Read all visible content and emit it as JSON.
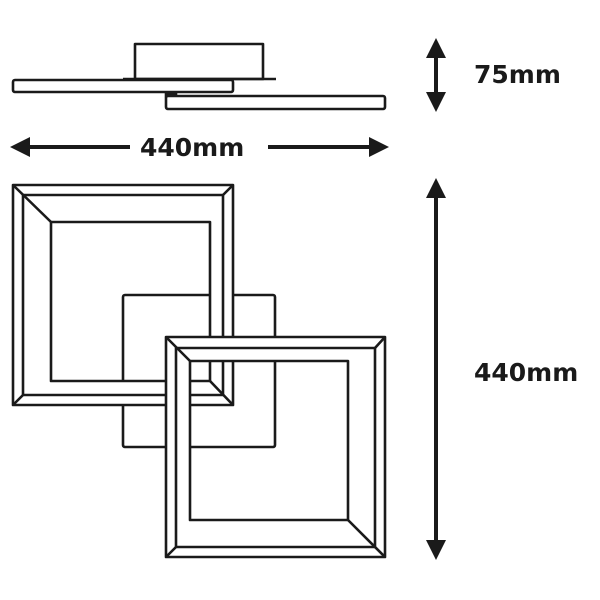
{
  "dimensions": {
    "height_label": "75mm",
    "width_label": "440mm",
    "depth_label": "440mm"
  },
  "colors": {
    "line": "#1a1a1a",
    "background": "#ffffff"
  }
}
